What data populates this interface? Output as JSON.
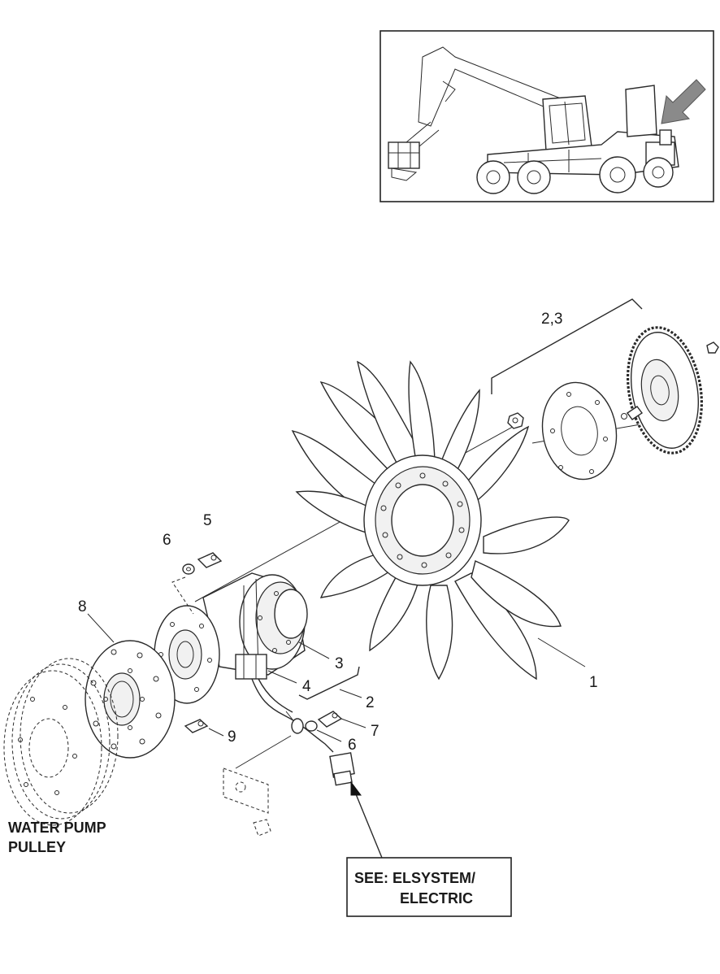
{
  "callouts": {
    "c1": "1",
    "c2": "2",
    "c3": "3",
    "c4": "4",
    "c5": "5",
    "c6a": "6",
    "c6b": "6",
    "c7": "7",
    "c8": "8",
    "c9": "9",
    "c23": "2,3"
  },
  "labels": {
    "water_pump_line1": "WATER PUMP",
    "water_pump_line2": "PULLEY",
    "see_line1": "SEE: ELSYSTEM/",
    "see_line2": "ELECTRIC"
  },
  "icons": {
    "locator": "harvester-locator-illustration",
    "arrow": "locator-arrow-icon"
  }
}
